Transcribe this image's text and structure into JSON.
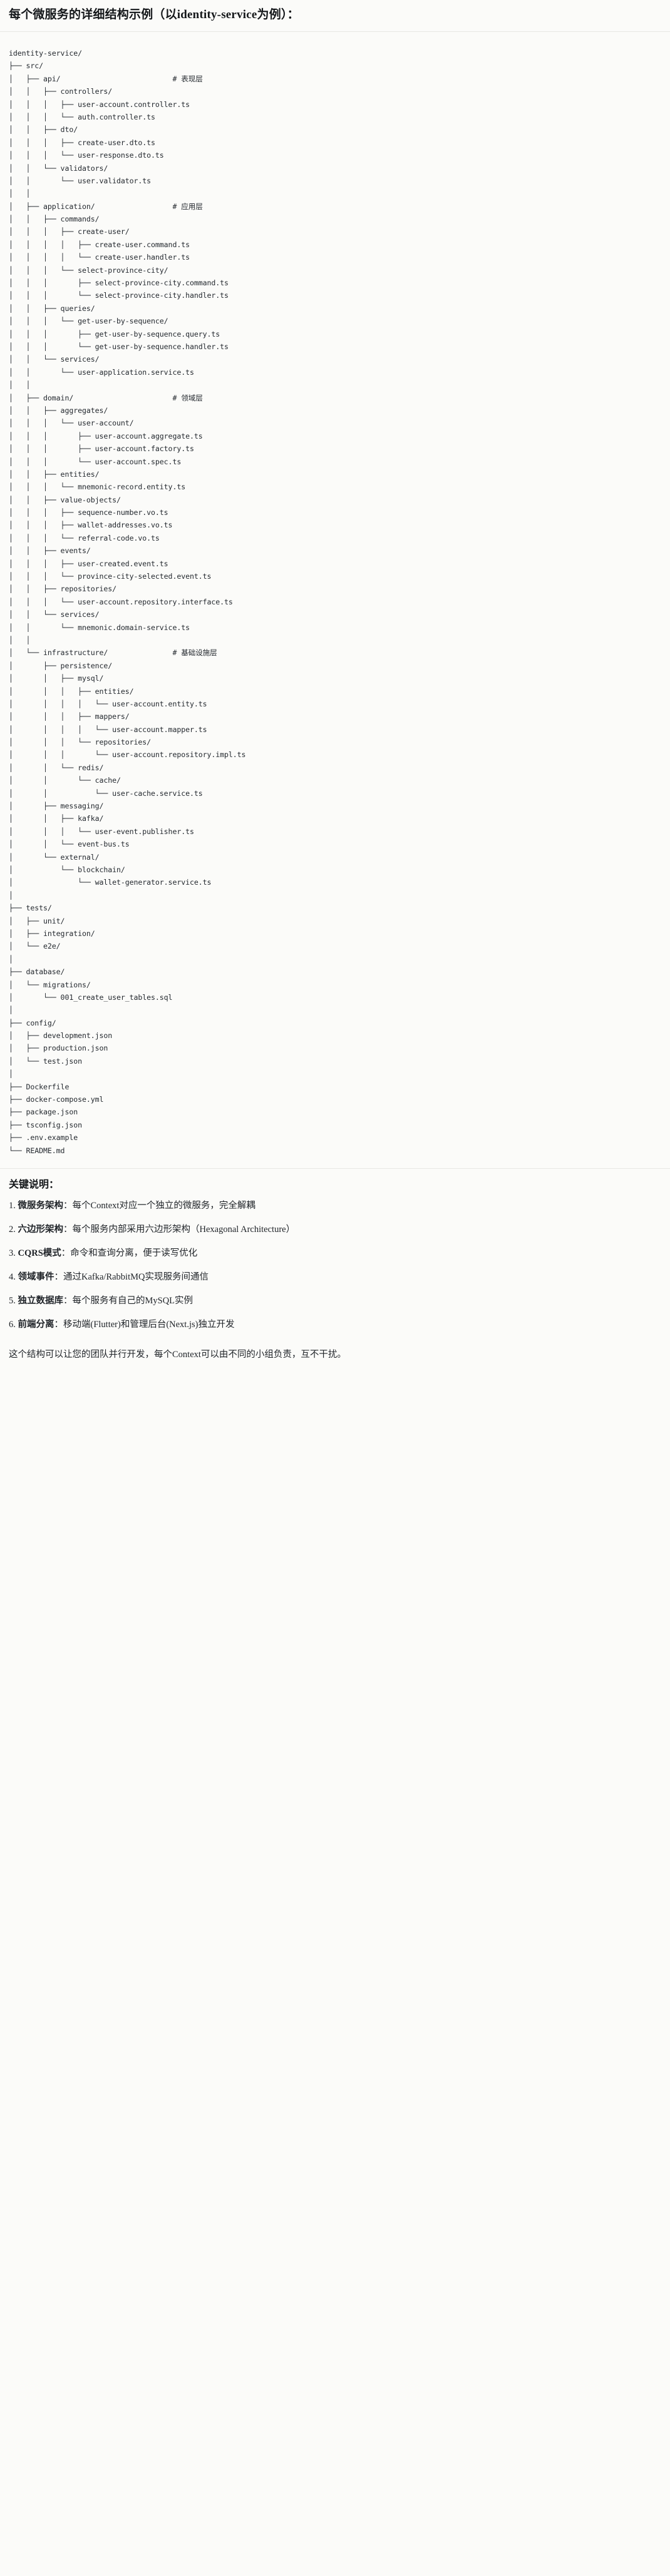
{
  "heading": "每个微服务的详细结构示例（以identity-service为例）：",
  "tree": {
    "lines": [
      "identity-service/",
      "├── src/",
      "│   ├── api/                          # 表现层",
      "│   │   ├── controllers/",
      "│   │   │   ├── user-account.controller.ts",
      "│   │   │   └── auth.controller.ts",
      "│   │   ├── dto/",
      "│   │   │   ├── create-user.dto.ts",
      "│   │   │   └── user-response.dto.ts",
      "│   │   └── validators/",
      "│   │       └── user.validator.ts",
      "│   │",
      "│   ├── application/                  # 应用层",
      "│   │   ├── commands/",
      "│   │   │   ├── create-user/",
      "│   │   │   │   ├── create-user.command.ts",
      "│   │   │   │   └── create-user.handler.ts",
      "│   │   │   └── select-province-city/",
      "│   │   │       ├── select-province-city.command.ts",
      "│   │   │       └── select-province-city.handler.ts",
      "│   │   ├── queries/",
      "│   │   │   └── get-user-by-sequence/",
      "│   │   │       ├── get-user-by-sequence.query.ts",
      "│   │   │       └── get-user-by-sequence.handler.ts",
      "│   │   └── services/",
      "│   │       └── user-application.service.ts",
      "│   │",
      "│   ├── domain/                       # 领域层",
      "│   │   ├── aggregates/",
      "│   │   │   └── user-account/",
      "│   │   │       ├── user-account.aggregate.ts",
      "│   │   │       ├── user-account.factory.ts",
      "│   │   │       └── user-account.spec.ts",
      "│   │   ├── entities/",
      "│   │   │   └── mnemonic-record.entity.ts",
      "│   │   ├── value-objects/",
      "│   │   │   ├── sequence-number.vo.ts",
      "│   │   │   ├── wallet-addresses.vo.ts",
      "│   │   │   └── referral-code.vo.ts",
      "│   │   ├── events/",
      "│   │   │   ├── user-created.event.ts",
      "│   │   │   └── province-city-selected.event.ts",
      "│   │   ├── repositories/",
      "│   │   │   └── user-account.repository.interface.ts",
      "│   │   └── services/",
      "│   │       └── mnemonic.domain-service.ts",
      "│   │",
      "│   └── infrastructure/               # 基础设施层",
      "│       ├── persistence/",
      "│       │   ├── mysql/",
      "│       │   │   ├── entities/",
      "│       │   │   │   └── user-account.entity.ts",
      "│       │   │   ├── mappers/",
      "│       │   │   │   └── user-account.mapper.ts",
      "│       │   │   └── repositories/",
      "│       │   │       └── user-account.repository.impl.ts",
      "│       │   └── redis/",
      "│       │       └── cache/",
      "│       │           └── user-cache.service.ts",
      "│       ├── messaging/",
      "│       │   ├── kafka/",
      "│       │   │   └── user-event.publisher.ts",
      "│       │   └── event-bus.ts",
      "│       └── external/",
      "│           └── blockchain/",
      "│               └── wallet-generator.service.ts",
      "│",
      "├── tests/",
      "│   ├── unit/",
      "│   ├── integration/",
      "│   └── e2e/",
      "│",
      "├── database/",
      "│   └── migrations/",
      "│       └── 001_create_user_tables.sql",
      "│",
      "├── config/",
      "│   ├── development.json",
      "│   ├── production.json",
      "│   └── test.json",
      "│",
      "├── Dockerfile",
      "├── docker-compose.yml",
      "├── package.json",
      "├── tsconfig.json",
      "├── .env.example",
      "└── README.md"
    ]
  },
  "notes": {
    "title": "关键说明：",
    "items": [
      {
        "num": "1.",
        "term": "微服务架构",
        "text": "：每个Context对应一个独立的微服务，完全解耦"
      },
      {
        "num": "2.",
        "term": "六边形架构",
        "text": "：每个服务内部采用六边形架构（Hexagonal Architecture）"
      },
      {
        "num": "3.",
        "term": "CQRS模式",
        "text": "：命令和查询分离，便于读写优化"
      },
      {
        "num": "4.",
        "term": "领域事件",
        "text": "：通过Kafka/RabbitMQ实现服务间通信"
      },
      {
        "num": "5.",
        "term": "独立数据库",
        "text": "：每个服务有自己的MySQL实例"
      },
      {
        "num": "6.",
        "term": "前端分离",
        "text": "：移动端(Flutter)和管理后台(Next.js)独立开发"
      }
    ],
    "closing": "这个结构可以让您的团队并行开发，每个Context可以由不同的小组负责，互不干扰。"
  }
}
